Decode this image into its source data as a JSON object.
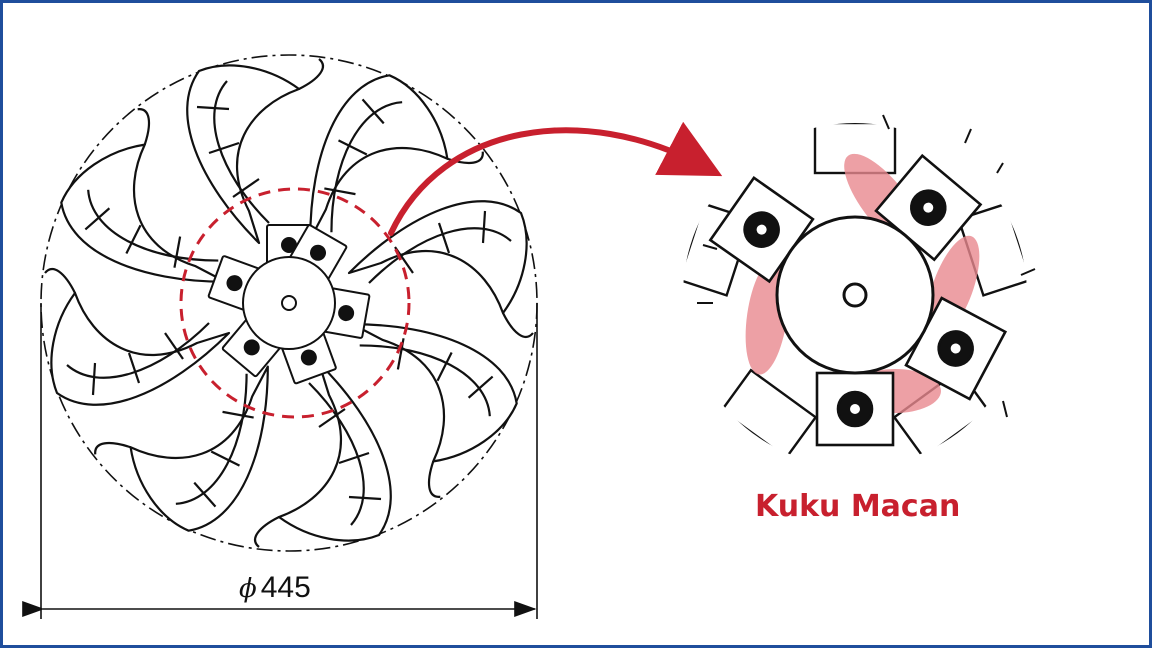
{
  "diagram": {
    "dimension": {
      "symbol": "ϕ",
      "value": "445"
    },
    "caption": "Kuku Macan",
    "colors": {
      "frame_border": "#1f4e9c",
      "accent_red": "#c8202e",
      "highlight_fill": "#e8888f",
      "line_dark": "#111111"
    }
  }
}
